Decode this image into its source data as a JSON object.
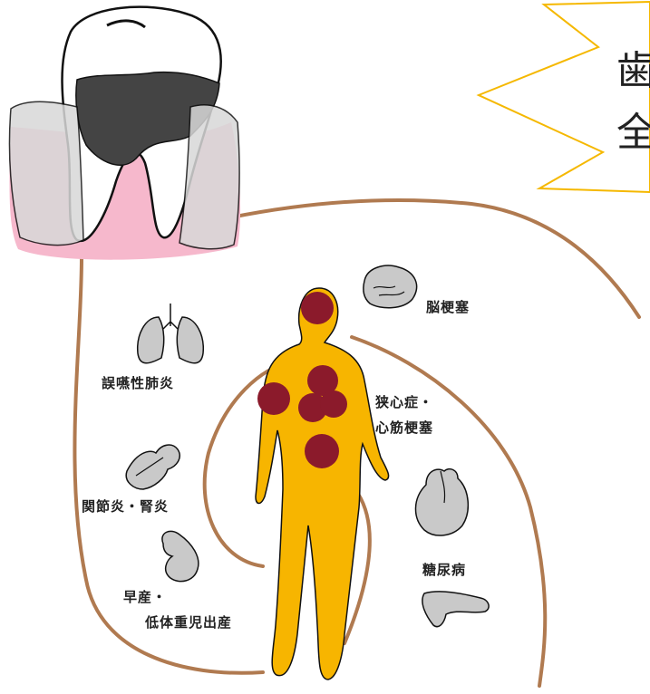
{
  "callout": {
    "line1": "歯",
    "line2": "全"
  },
  "labels": {
    "brain": "脳梗塞",
    "lung": "誤嚥性肺炎",
    "heart_line1": "狭心症・",
    "heart_line2": "心筋梗塞",
    "joint": "関節炎・腎炎",
    "diabetes": "糖尿病",
    "birth_line1": "早産・",
    "birth_line2": "低体重児出産"
  },
  "colors": {
    "gum": "#f6b8cc",
    "body": "#f7b500",
    "spot": "#8b1a2b",
    "path": "#b07a50",
    "bubble": "#f5b800",
    "organ": "#c9c9c9"
  }
}
